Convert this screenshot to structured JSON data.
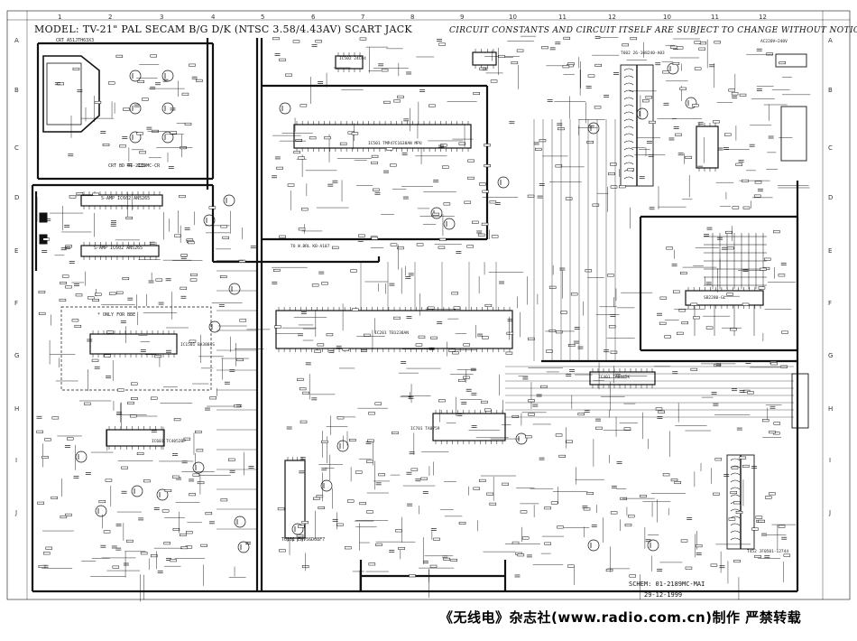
{
  "header": {
    "model": "MODEL: TV-21\" PAL SECAM B/G D/K (NTSC 3.58/4.43AV) SCART JACK",
    "notice": "CIRCUIT CONSTANTS AND CIRCUIT ITSELF ARE SUBJECT TO CHANGE WITHOUT NOTICE"
  },
  "grid": {
    "columns": [
      "1",
      "2",
      "3",
      "4",
      "5",
      "6",
      "7",
      "8",
      "9",
      "10",
      "11",
      "12",
      "10",
      "11",
      "12"
    ],
    "rows": [
      "A",
      "B",
      "C",
      "D",
      "E",
      "F",
      "G",
      "H",
      "I",
      "J"
    ]
  },
  "blocks": {
    "crt": "CRT A51JTH63X3",
    "crt_board": "CRT BD 01-2189MC-CR",
    "sound_amp1": "S-AMP IC602 AN5265",
    "sound_amp2": "S-AMP IC602 AN5265",
    "bbe_note": "* ONLY FOR BBE",
    "bbe_ic": "IC1501 BA3884S",
    "ic_mpu": "IC501 TMP47C1638AN MPU",
    "ic_jungle": "IC201 TB1238AN",
    "ic_mem": "IC701 TA8759",
    "ic_vout": "IC401 TA8445K",
    "ic_audio": "IC601 TC4052BP",
    "ic_eeprom": "IC502 24C04",
    "tuner": "TU101 ENV56D08F7",
    "t602": "T602 26-108240-A03",
    "ac_in": "AC220V~240V",
    "t452": "T452 JF0501-12744",
    "sw_panel_ic": "SB2280-GL",
    "to_panel": "TO W.BRL KB-A107",
    "schem": "SCHEM: 01-2189MC-MAI",
    "date": "29-12-1999"
  },
  "credit": "《无线电》杂志社(www.radio.com.cn)制作  严禁转载"
}
